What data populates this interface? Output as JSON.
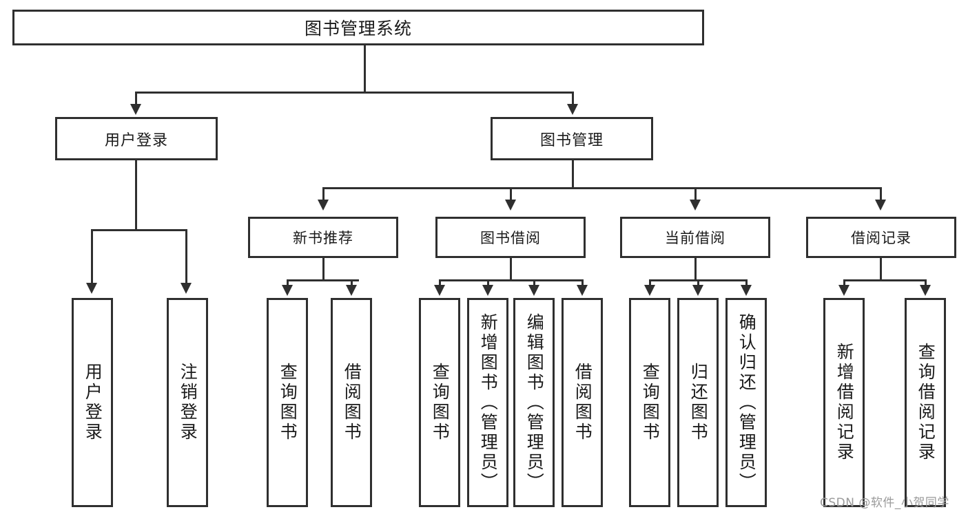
{
  "diagram": {
    "title": "图书管理系统",
    "type": "hierarchy-tree",
    "root": {
      "label": "图书管理系统"
    },
    "level1": [
      {
        "label": "用户登录"
      },
      {
        "label": "图书管理"
      }
    ],
    "level2": [
      {
        "label": "新书推荐"
      },
      {
        "label": "图书借阅"
      },
      {
        "label": "当前借阅"
      },
      {
        "label": "借阅记录"
      }
    ],
    "leaves": {
      "user_login": [
        {
          "label": "用户登录"
        },
        {
          "label": "注销登录"
        }
      ],
      "new_book_recommend": [
        {
          "label": "查询图书"
        },
        {
          "label": "借阅图书"
        }
      ],
      "book_borrow": [
        {
          "label": "查询图书"
        },
        {
          "label": "新增图书（管理员）"
        },
        {
          "label": "编辑图书（管理员）"
        },
        {
          "label": "借阅图书"
        }
      ],
      "current_borrow": [
        {
          "label": "查询图书"
        },
        {
          "label": "归还图书"
        },
        {
          "label": "确认归还（管理员）"
        }
      ],
      "borrow_record": [
        {
          "label": "新增借阅记录"
        },
        {
          "label": "查询借阅记录"
        }
      ]
    }
  },
  "watermark": {
    "text": "CSDN @软件_小贺同学"
  },
  "colors": {
    "stroke": "#2f2f2f",
    "fill": "#ffffff",
    "text": "#1a1a1a",
    "watermark": "#9a9a9a"
  }
}
